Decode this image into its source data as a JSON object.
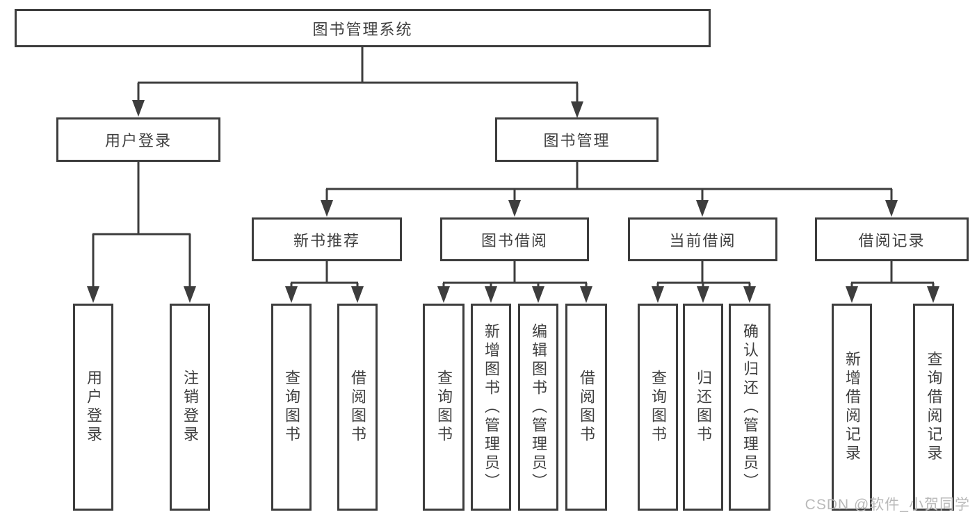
{
  "diagram": {
    "root": {
      "label": "图书管理系统"
    },
    "level2": {
      "user_login": {
        "label": "用户登录",
        "children": {
          "login": {
            "label": "用户登录"
          },
          "logout": {
            "label": "注销登录"
          }
        }
      },
      "book_mgmt": {
        "label": "图书管理",
        "children": {
          "new_book": {
            "label": "新书推荐",
            "children": {
              "query": {
                "label": "查询图书"
              },
              "borrow": {
                "label": "借阅图书"
              }
            }
          },
          "book_borrow": {
            "label": "图书借阅",
            "children": {
              "query": {
                "label": "查询图书"
              },
              "add": {
                "label": "新增图书（管理员）"
              },
              "edit": {
                "label": "编辑图书（管理员）"
              },
              "borrow": {
                "label": "借阅图书"
              }
            }
          },
          "current_borrow": {
            "label": "当前借阅",
            "children": {
              "query": {
                "label": "查询图书"
              },
              "return": {
                "label": "归还图书"
              },
              "confirm": {
                "label": "确认归还（管理员）"
              }
            }
          },
          "borrow_record": {
            "label": "借阅记录",
            "children": {
              "add": {
                "label": "新增借阅记录"
              },
              "query": {
                "label": "查询借阅记录"
              }
            }
          }
        }
      }
    }
  },
  "watermark": {
    "text": "CSDN @软件_小贺同学"
  },
  "colors": {
    "line": "#3d3d3d",
    "text": "#3f3f3f",
    "watermark": "#b9b9b9",
    "background": "#ffffff"
  }
}
